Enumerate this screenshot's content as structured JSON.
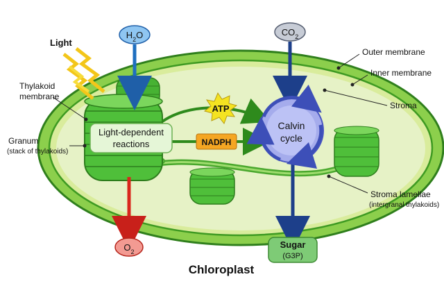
{
  "title": "Chloroplast",
  "inputs": {
    "water": "H2O",
    "carbon_dioxide": "CO2",
    "light": "Light"
  },
  "outputs": {
    "oxygen": "O2",
    "sugar_line1": "Sugar",
    "sugar_line2": "(G3P)"
  },
  "processes": {
    "light_reactions_line1": "Light-dependent",
    "light_reactions_line2": "reactions",
    "calvin_line1": "Calvin",
    "calvin_line2": "cycle"
  },
  "carriers": {
    "atp": "ATP",
    "nadph": "NADPH"
  },
  "labels": {
    "outer_membrane": "Outer membrane",
    "inner_membrane": "Inner membrane",
    "stroma": "Stroma",
    "thylakoid_line1": "Thylakoid",
    "thylakoid_line2": "membrane",
    "granum_line1": "Granum",
    "granum_line2": "(stack of thylakoids)",
    "lamellae_line1": "Stroma lamellae",
    "lamellae_line2": "(intergranal thylakoids)"
  },
  "colors": {
    "outer_membrane": "#3a9d23",
    "stroma": "#e4f1c4",
    "thylakoid": "#4fbf3a",
    "water_arrow": "#1f6fc0",
    "oxygen_arrow": "#d9261c",
    "calvin": "#8d97e0",
    "atp_star": "#f4e321",
    "nadph_box": "#f5a623",
    "sugar_box": "#7ecb76"
  }
}
